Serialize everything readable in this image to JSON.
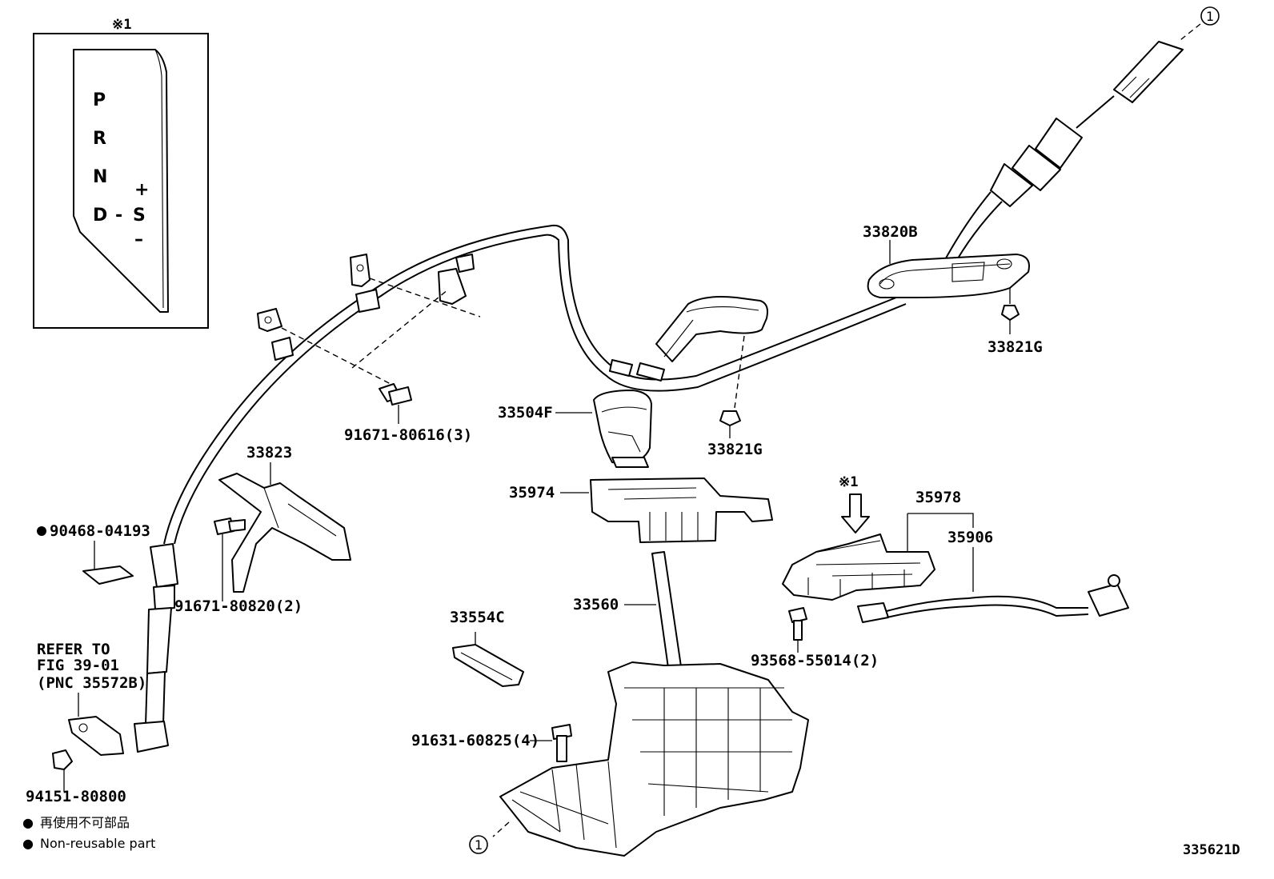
{
  "inset": {
    "note_mark": "※1",
    "gears": [
      "P",
      "R",
      "N",
      "D",
      "-",
      "S",
      "+",
      "–"
    ]
  },
  "parts": [
    {
      "id": "33820B",
      "label": "33820B"
    },
    {
      "id": "33821G_upper",
      "label": "33821G"
    },
    {
      "id": "33821G_lower",
      "label": "33821G"
    },
    {
      "id": "33504F",
      "label": "33504F"
    },
    {
      "id": "91671-80616",
      "label": "91671-80616(3)"
    },
    {
      "id": "33823",
      "label": "33823"
    },
    {
      "id": "35974",
      "label": "35974"
    },
    {
      "id": "35978",
      "label": "35978"
    },
    {
      "id": "35906",
      "label": "35906"
    },
    {
      "id": "33560",
      "label": "33560"
    },
    {
      "id": "33554C",
      "label": "33554C"
    },
    {
      "id": "91671-80820",
      "label": "91671-80820(2)"
    },
    {
      "id": "90468-04193",
      "label": "90468-04193"
    },
    {
      "id": "93568-55014",
      "label": "93568-55014(2)"
    },
    {
      "id": "91631-60825",
      "label": "91631-60825(4)"
    },
    {
      "id": "94151-80800",
      "label": "94151-80800"
    }
  ],
  "refer": [
    "REFER TO",
    "FIG 39-01",
    "(PNC 35572B)"
  ],
  "arrow_note": "※1",
  "connector_ref": "1",
  "legend": [
    {
      "symbol": "●",
      "text": "再使用不可部品"
    },
    {
      "symbol": "●",
      "text": "Non-reusable part"
    }
  ],
  "diagram_id": "335621D"
}
